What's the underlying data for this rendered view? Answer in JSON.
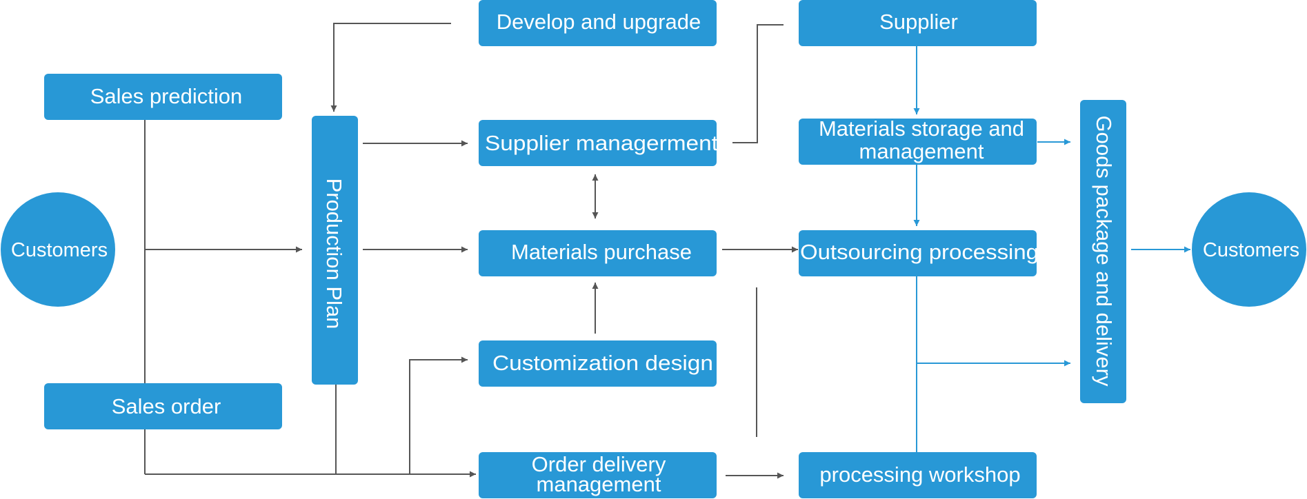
{
  "colors": {
    "node_fill": "#2898d6",
    "node_text": "#ffffff",
    "gray_connector": "#555555",
    "blue_connector": "#2898d6",
    "background": "#ffffff"
  },
  "nodes": {
    "customers_left": "Customers",
    "sales_prediction": "Sales prediction",
    "sales_order": "Sales order",
    "production_plan": "Production Plan",
    "develop_and_upgrade": "Develop and upgrade",
    "supplier_management": "Supplier managerment",
    "materials_purchase": "Materials purchase",
    "customization_design": "Customization design",
    "order_delivery_line1": "Order delivery",
    "order_delivery_line2": "management",
    "supplier": "Supplier",
    "materials_storage_line1": "Materials storage and",
    "materials_storage_line2": "management",
    "outsourcing_processing": "Outsourcing processing",
    "processing_workshop": "processing workshop",
    "goods_package": "Goods package and delivery",
    "customers_right": "Customers"
  }
}
